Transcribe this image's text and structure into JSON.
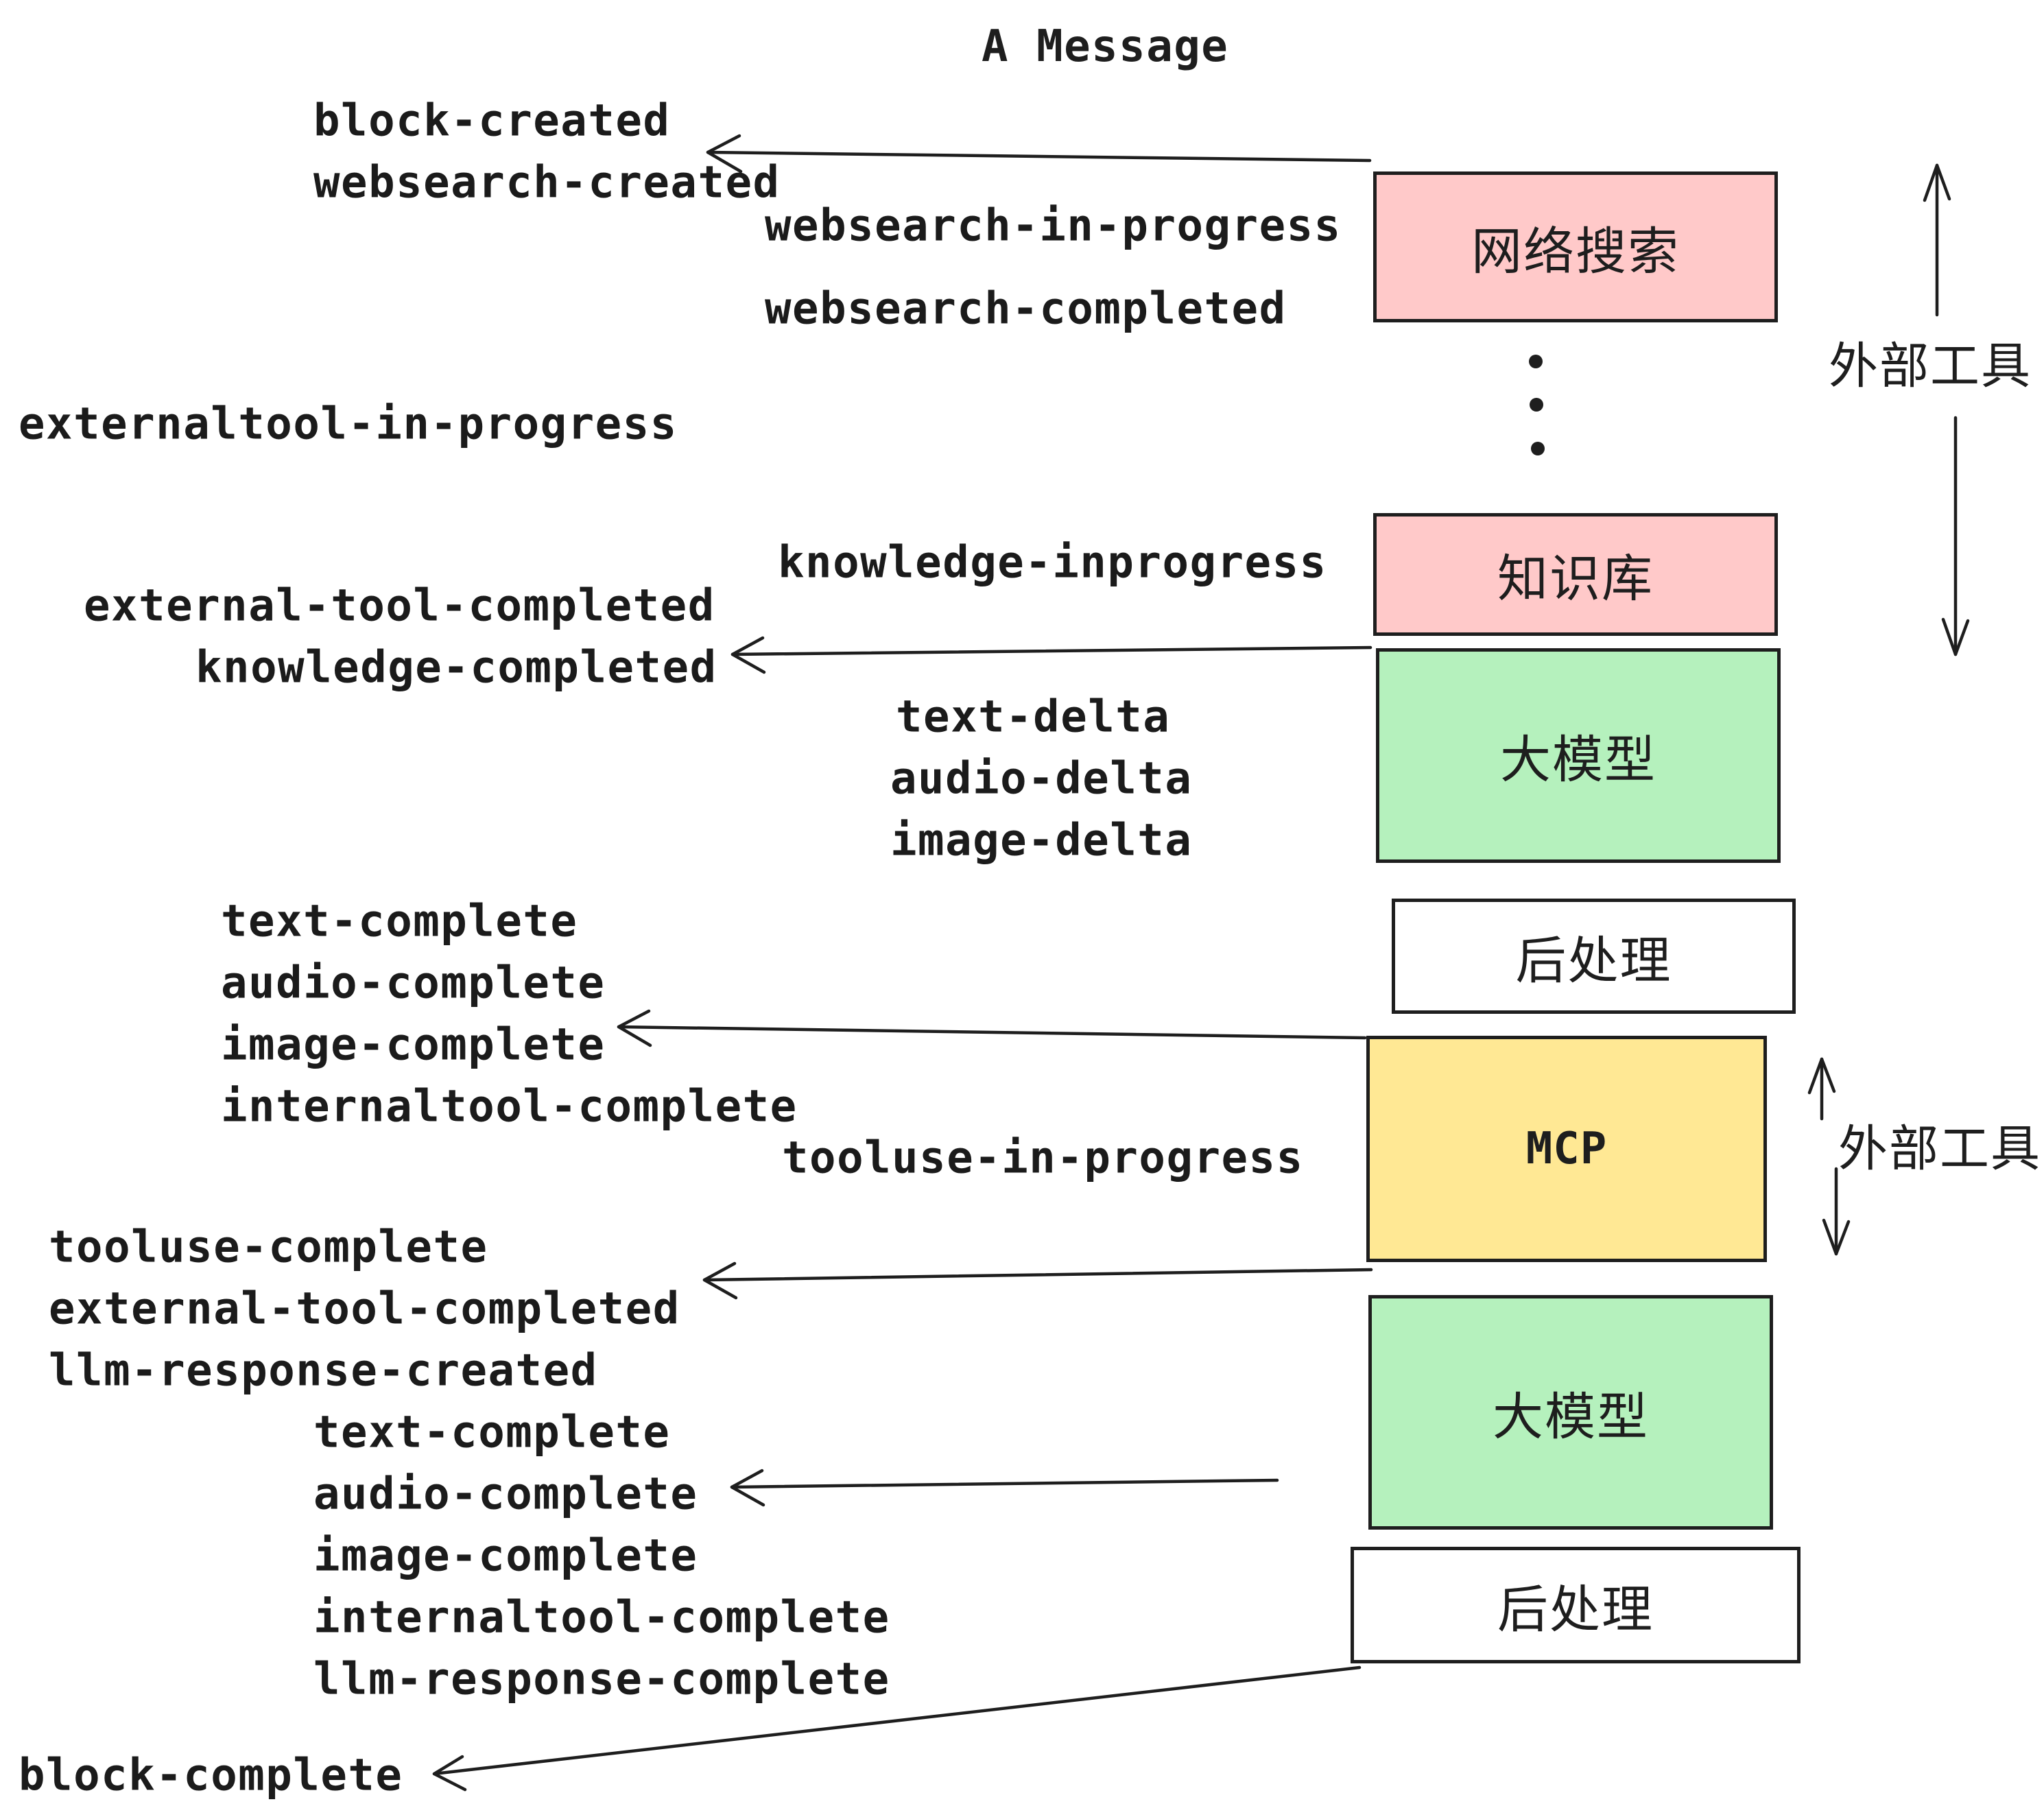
{
  "title": "A Message",
  "colors": {
    "ink": "#1e1e1e",
    "pink": "#ffc9c9",
    "green": "#b5f1bd",
    "yellow": "#ffe894",
    "white": "#ffffff",
    "paper": "#ffffff"
  },
  "events": [
    "block-created",
    "websearch-created",
    "websearch-in-progress",
    "websearch-completed",
    "externaltool-in-progress",
    "knowledge-inprogress",
    "external-tool-completed",
    "knowledge-completed",
    "text-delta",
    "audio-delta",
    "image-delta",
    "text-complete",
    "audio-complete",
    "image-complete",
    "internaltool-complete",
    "tooluse-in-progress",
    "tooluse-complete",
    "external-tool-completed",
    "llm-response-created",
    "text-complete",
    "audio-complete",
    "image-complete",
    "internaltool-complete",
    "llm-response-complete",
    "block-complete"
  ],
  "boxes": [
    {
      "label": "网络搜索",
      "color": "pink"
    },
    {
      "label": "知识库",
      "color": "pink"
    },
    {
      "label": "大模型",
      "color": "green"
    },
    {
      "label": "后处理",
      "color": "white"
    },
    {
      "label": "MCP",
      "color": "yellow"
    },
    {
      "label": "大模型",
      "color": "green"
    },
    {
      "label": "后处理",
      "color": "white"
    }
  ],
  "annotations": [
    {
      "label": "外部工具"
    },
    {
      "label": "外部工具"
    }
  ]
}
